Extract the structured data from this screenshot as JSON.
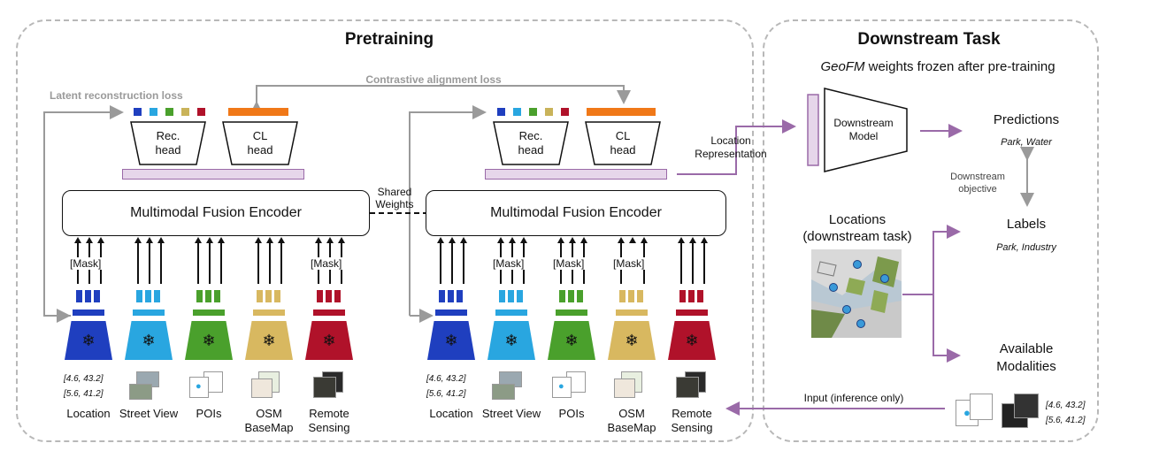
{
  "pretraining": {
    "title": "Pretraining",
    "latent_loss": "Latent reconstruction loss",
    "contrastive_loss": "Contrastive alignment loss",
    "rec_head": "Rec.\nhead",
    "cl_head": "CL\nhead",
    "encoder_label": "Multimodal Fusion Encoder",
    "shared_weights": "Shared\nWeights",
    "mask_label": "[Mask]",
    "location_representation": "Location\nRepresentation",
    "coords": [
      "[4.6, 43.2]",
      "[5.6, 41.2]"
    ],
    "modalities": [
      {
        "name": "Location",
        "color": "#1f3fbf"
      },
      {
        "name": "Street View",
        "color": "#29a6e0"
      },
      {
        "name": "POIs",
        "color": "#4aa02c"
      },
      {
        "name": "OSM\nBaseMap",
        "color": "#d8b860"
      },
      {
        "name": "Remote\nSensing",
        "color": "#b0122a"
      }
    ],
    "token_colors": [
      "#1f3fbf",
      "#29a6e0",
      "#4aa02c",
      "#c9b35a",
      "#b0122a"
    ],
    "cl_color": "#f07818",
    "frozen_icon": "snowflake-icon"
  },
  "downstream": {
    "title": "Downstream Task",
    "subtitle_em": "GeoFM",
    "subtitle_rest": " weights frozen after pre-training",
    "model_label": "Downstream\nModel",
    "predictions": "Predictions",
    "predictions_values": "Park, Water",
    "objective": "Downstream\nobjective",
    "labels": "Labels",
    "labels_values": "Park, Industry",
    "locations": "Locations\n(downstream task)",
    "available": "Available\nModalities",
    "input_label": "Input (inference only)",
    "coords": [
      "[4.6, 43.2]",
      "[5.6, 41.2]"
    ],
    "arrow_color": "#9a6aa8"
  }
}
